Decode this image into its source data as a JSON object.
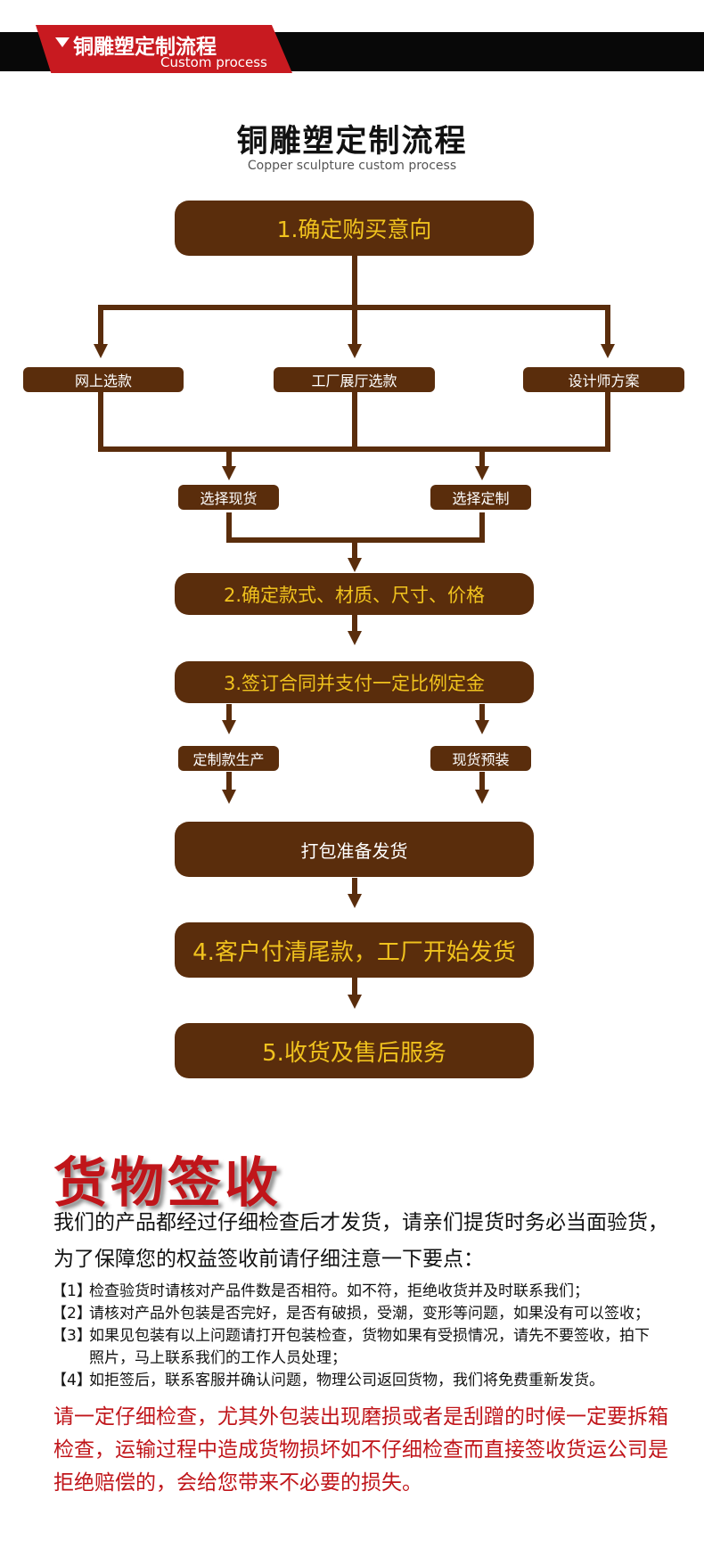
{
  "banner": {
    "title": "铜雕塑定制流程",
    "subtitle": "Custom process"
  },
  "heading": {
    "title": "铜雕塑定制流程",
    "subtitle": "Copper sculpture custom process"
  },
  "flow": {
    "step1": "1.确定购买意向",
    "option_online": "网上选款",
    "option_factory": "工厂展厅选款",
    "option_designer": "设计师方案",
    "choose_stock": "选择现货",
    "choose_custom": "选择定制",
    "step2": "2.确定款式、材质、尺寸、价格",
    "step3": "3.签订合同并支付一定比例定金",
    "custom_production": "定制款生产",
    "stock_prepack": "现货预装",
    "pack": "打包准备发货",
    "step4": "4.客户付清尾款，工厂开始发货",
    "step5": "5.收货及售后服务"
  },
  "receipt": {
    "title": "货物签收",
    "intro": [
      "我们的产品都经过仔细检查后才发货，请亲们提货时务必当面验货，",
      "为了保障您的权益签收前请仔细注意一下要点："
    ],
    "points": [
      {
        "num": "【1】",
        "lines": [
          "检查验货时请核对产品件数是否相符。如不符，拒绝收货并及时联系我们；"
        ]
      },
      {
        "num": "【2】",
        "lines": [
          "请核对产品外包装是否完好，是否有破损，受潮，变形等问题，如果没有可以签收；"
        ]
      },
      {
        "num": "【3】",
        "lines": [
          "如果见包装有以上问题请打开包装检查，货物如果有受损情况，请先不要签收，拍下",
          "照片，马上联系我们的工作人员处理；"
        ]
      },
      {
        "num": "【4】",
        "lines": [
          "如拒签后，联系客服并确认问题，物理公司返回货物，我们将免费重新发货。"
        ]
      }
    ],
    "warning": [
      "请一定仔细检查，尤其外包装出现磨损或者是刮蹭的时候一定要拆箱",
      "检查，运输过程中造成货物损坏如不仔细检查而直接签收货运公司是",
      "拒绝赔偿的，会给您带来不必要的损失。"
    ]
  },
  "colors": {
    "box": "#5a2d0c",
    "box_text_gold": "#f0c21e",
    "accent_red": "#c0151a",
    "topbar": "#080808"
  }
}
